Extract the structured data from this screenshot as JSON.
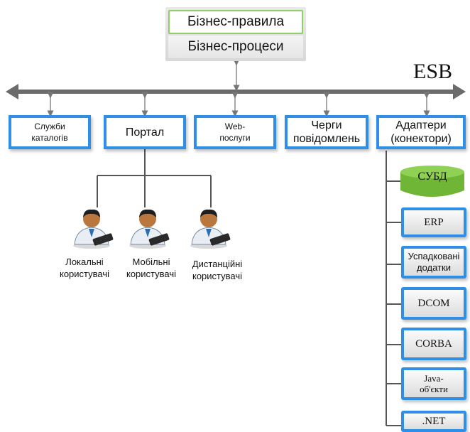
{
  "business": {
    "rules": "Бізнес-правила",
    "processes": "Бізнес-процеси"
  },
  "esb_label": "ESB",
  "services": {
    "catalog_line1": "Служби",
    "catalog_line2": "каталогів",
    "portal": "Портал",
    "web_line1": "Web-",
    "web_line2": "послуги",
    "queues_line1": "Черги",
    "queues_line2": "повідомлень",
    "adapters_line1": "Адаптери",
    "adapters_line2": "(конектори)"
  },
  "users": [
    {
      "line1": "Локальні",
      "line2": "користувачі"
    },
    {
      "line1": "Мобільні",
      "line2": "користувачі"
    },
    {
      "line1": "Дистанційні",
      "line2": "користувачі"
    }
  ],
  "adapters": {
    "db": "СУБД",
    "erp": "ERP",
    "legacy_line1": "Успадковані",
    "legacy_line2": "додатки",
    "dcom": "DCOM",
    "corba": "CORBA",
    "java_line1": "Java-",
    "java_line2": "об'єкти",
    ".net": ".NET"
  },
  "colors": {
    "box_border": "#2f8ee6",
    "bus": "#6b6b6b",
    "db_green": "#7cc242",
    "header_border": "#8fcf6a"
  }
}
